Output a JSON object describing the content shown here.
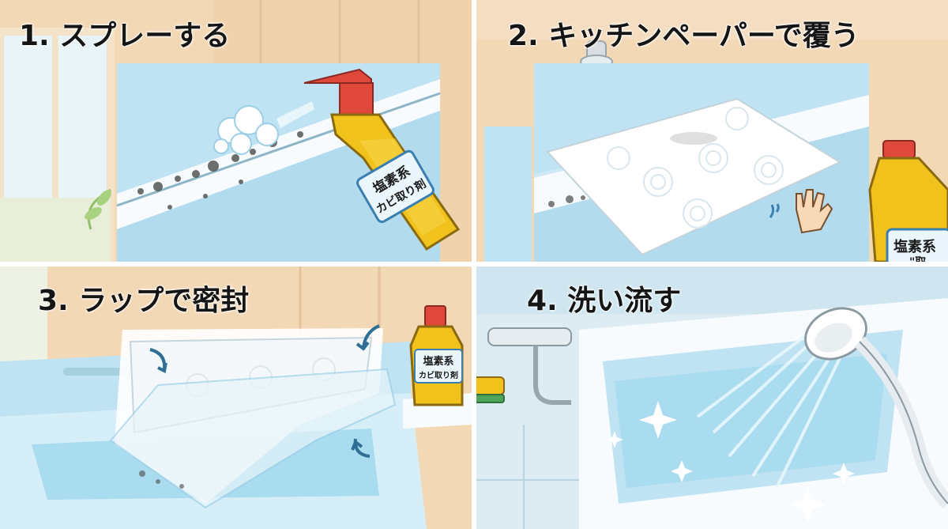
{
  "steps": [
    {
      "title": "1. スプレーする"
    },
    {
      "title": "2. キッチンペーパーで覆う"
    },
    {
      "title": "3. ラップで密封"
    },
    {
      "title": "4. 洗い流す"
    }
  ],
  "bottle": {
    "label_line1": "塩素系",
    "label_line2": "カビ取り剤",
    "label_line2_partial": "\"取"
  },
  "colors": {
    "bottle_body": "#f2c21c",
    "bottle_cap": "#d9443a",
    "label_bg": "#eaf6fb",
    "tub_blue": "#a9dcef",
    "wood_wall": "#f3d8b6",
    "divider": "#ffffff"
  },
  "icons": [
    "spray-bottle-icon",
    "spray-mist-icon",
    "mold-spots-icon",
    "paper-towel-icon",
    "pressing-hand-icon",
    "plastic-wrap-icon",
    "arrow-icon",
    "sponge-icon",
    "faucet-icon",
    "shower-head-icon",
    "sparkle-icon"
  ]
}
